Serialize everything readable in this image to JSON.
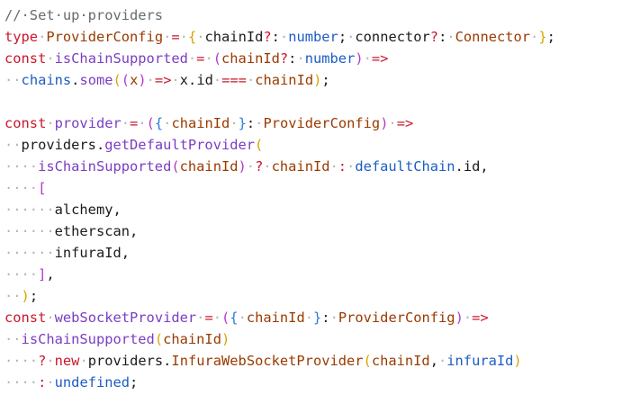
{
  "editor": {
    "lines": [
      [
        [
          "comment",
          "//·Set·up·providers"
        ]
      ],
      [
        [
          "keyword",
          "type"
        ],
        [
          "ws",
          "·"
        ],
        [
          "type",
          "ProviderConfig"
        ],
        [
          "ws",
          "·"
        ],
        [
          "op",
          "="
        ],
        [
          "ws",
          "·"
        ],
        [
          "b1",
          "{"
        ],
        [
          "ws",
          "·"
        ],
        [
          "id",
          "chainId"
        ],
        [
          "op",
          "?"
        ],
        [
          "punc",
          ":"
        ],
        [
          "ws",
          "·"
        ],
        [
          "builtin",
          "number"
        ],
        [
          "punc",
          ";"
        ],
        [
          "ws",
          "·"
        ],
        [
          "id",
          "connector"
        ],
        [
          "op",
          "?"
        ],
        [
          "punc",
          ":"
        ],
        [
          "ws",
          "·"
        ],
        [
          "type",
          "Connector"
        ],
        [
          "ws",
          "·"
        ],
        [
          "b1",
          "}"
        ],
        [
          "punc",
          ";"
        ]
      ],
      [
        [
          "keyword",
          "const"
        ],
        [
          "ws",
          "·"
        ],
        [
          "func",
          "isChainSupported"
        ],
        [
          "ws",
          "·"
        ],
        [
          "op",
          "="
        ],
        [
          "ws",
          "·"
        ],
        [
          "b2",
          "("
        ],
        [
          "param",
          "chainId"
        ],
        [
          "op",
          "?"
        ],
        [
          "punc",
          ":"
        ],
        [
          "ws",
          "·"
        ],
        [
          "builtin",
          "number"
        ],
        [
          "b2",
          ")"
        ],
        [
          "ws",
          "·"
        ],
        [
          "op",
          "=>"
        ]
      ],
      [
        [
          "ws",
          "··"
        ],
        [
          "builtin",
          "chains"
        ],
        [
          "punc",
          "."
        ],
        [
          "func",
          "some"
        ],
        [
          "b1",
          "("
        ],
        [
          "b2",
          "("
        ],
        [
          "param",
          "x"
        ],
        [
          "b2",
          ")"
        ],
        [
          "ws",
          "·"
        ],
        [
          "op",
          "=>"
        ],
        [
          "ws",
          "·"
        ],
        [
          "id",
          "x"
        ],
        [
          "punc",
          "."
        ],
        [
          "prop",
          "id"
        ],
        [
          "ws",
          "·"
        ],
        [
          "op",
          "==="
        ],
        [
          "ws",
          "·"
        ],
        [
          "param",
          "chainId"
        ],
        [
          "b1",
          ")"
        ],
        [
          "punc",
          ";"
        ]
      ],
      [],
      [
        [
          "keyword",
          "const"
        ],
        [
          "ws",
          "·"
        ],
        [
          "func",
          "provider"
        ],
        [
          "ws",
          "·"
        ],
        [
          "op",
          "="
        ],
        [
          "ws",
          "·"
        ],
        [
          "b2",
          "("
        ],
        [
          "b3",
          "{"
        ],
        [
          "ws",
          "·"
        ],
        [
          "param",
          "chainId"
        ],
        [
          "ws",
          "·"
        ],
        [
          "b3",
          "}"
        ],
        [
          "punc",
          ":"
        ],
        [
          "ws",
          "·"
        ],
        [
          "type",
          "ProviderConfig"
        ],
        [
          "b2",
          ")"
        ],
        [
          "ws",
          "·"
        ],
        [
          "op",
          "=>"
        ]
      ],
      [
        [
          "ws",
          "··"
        ],
        [
          "id",
          "providers"
        ],
        [
          "punc",
          "."
        ],
        [
          "func",
          "getDefaultProvider"
        ],
        [
          "b1",
          "("
        ]
      ],
      [
        [
          "ws",
          "····"
        ],
        [
          "func",
          "isChainSupported"
        ],
        [
          "b2",
          "("
        ],
        [
          "param",
          "chainId"
        ],
        [
          "b2",
          ")"
        ],
        [
          "ws",
          "·"
        ],
        [
          "op",
          "?"
        ],
        [
          "ws",
          "·"
        ],
        [
          "param",
          "chainId"
        ],
        [
          "ws",
          "·"
        ],
        [
          "op",
          ":"
        ],
        [
          "ws",
          "·"
        ],
        [
          "builtin",
          "defaultChain"
        ],
        [
          "punc",
          "."
        ],
        [
          "prop",
          "id"
        ],
        [
          "punc",
          ","
        ]
      ],
      [
        [
          "ws",
          "····"
        ],
        [
          "b2",
          "["
        ]
      ],
      [
        [
          "ws",
          "······"
        ],
        [
          "id",
          "alchemy"
        ],
        [
          "punc",
          ","
        ]
      ],
      [
        [
          "ws",
          "······"
        ],
        [
          "id",
          "etherscan"
        ],
        [
          "punc",
          ","
        ]
      ],
      [
        [
          "ws",
          "······"
        ],
        [
          "id",
          "infuraId"
        ],
        [
          "punc",
          ","
        ]
      ],
      [
        [
          "ws",
          "····"
        ],
        [
          "b2",
          "]"
        ],
        [
          "punc",
          ","
        ]
      ],
      [
        [
          "ws",
          "··"
        ],
        [
          "b1",
          ")"
        ],
        [
          "punc",
          ";"
        ]
      ],
      [
        [
          "keyword",
          "const"
        ],
        [
          "ws",
          "·"
        ],
        [
          "func",
          "webSocketProvider"
        ],
        [
          "ws",
          "·"
        ],
        [
          "op",
          "="
        ],
        [
          "ws",
          "·"
        ],
        [
          "b2",
          "("
        ],
        [
          "b3",
          "{"
        ],
        [
          "ws",
          "·"
        ],
        [
          "param",
          "chainId"
        ],
        [
          "ws",
          "·"
        ],
        [
          "b3",
          "}"
        ],
        [
          "punc",
          ":"
        ],
        [
          "ws",
          "·"
        ],
        [
          "type",
          "ProviderConfig"
        ],
        [
          "b2",
          ")"
        ],
        [
          "ws",
          "·"
        ],
        [
          "op",
          "=>"
        ]
      ],
      [
        [
          "ws",
          "··"
        ],
        [
          "func",
          "isChainSupported"
        ],
        [
          "b1",
          "("
        ],
        [
          "param",
          "chainId"
        ],
        [
          "b1",
          ")"
        ]
      ],
      [
        [
          "ws",
          "····"
        ],
        [
          "op",
          "?"
        ],
        [
          "ws",
          "·"
        ],
        [
          "keyword",
          "new"
        ],
        [
          "ws",
          "·"
        ],
        [
          "id",
          "providers"
        ],
        [
          "punc",
          "."
        ],
        [
          "type",
          "InfuraWebSocketProvider"
        ],
        [
          "b1",
          "("
        ],
        [
          "param",
          "chainId"
        ],
        [
          "punc",
          ","
        ],
        [
          "ws",
          "·"
        ],
        [
          "builtin",
          "infuraId"
        ],
        [
          "b1",
          ")"
        ]
      ],
      [
        [
          "ws",
          "····"
        ],
        [
          "op",
          ":"
        ],
        [
          "ws",
          "·"
        ],
        [
          "builtin",
          "undefined"
        ],
        [
          "punc",
          ";"
        ]
      ]
    ]
  }
}
